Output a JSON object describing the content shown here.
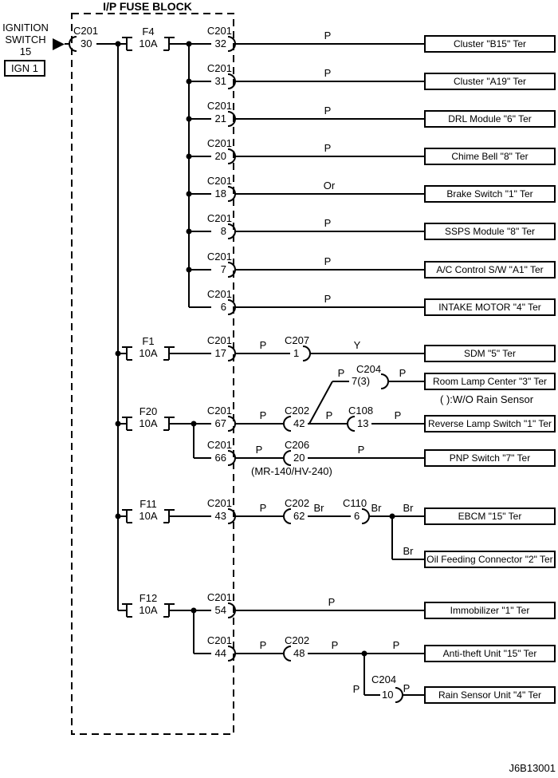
{
  "title": "I/P FUSE BLOCK",
  "doc_code": "J6B13001",
  "source": {
    "l1": "IGNITION",
    "l2": "SWITCH",
    "l3": "15",
    "badge": "IGN 1",
    "conn": "C201",
    "pin": "30"
  },
  "fuses": {
    "f4": {
      "name": "F4",
      "rating": "10A"
    },
    "f1": {
      "name": "F1",
      "rating": "10A"
    },
    "f20": {
      "name": "F20",
      "rating": "10A"
    },
    "f11": {
      "name": "F11",
      "rating": "10A"
    },
    "f12": {
      "name": "F12",
      "rating": "10A"
    }
  },
  "f4_rows": [
    {
      "conn": "C201",
      "pin": "32",
      "wire": "P",
      "target": "Cluster \"B15\" Ter"
    },
    {
      "conn": "C201",
      "pin": "31",
      "wire": "P",
      "target": "Cluster \"A19\" Ter"
    },
    {
      "conn": "C201",
      "pin": "21",
      "wire": "P",
      "target": "DRL Module \"6\" Ter"
    },
    {
      "conn": "C201",
      "pin": "20",
      "wire": "P",
      "target": "Chime Bell \"8\" Ter"
    },
    {
      "conn": "C201",
      "pin": "18",
      "wire": "Or",
      "target": "Brake Switch \"1\" Ter"
    },
    {
      "conn": "C201",
      "pin": "8",
      "wire": "P",
      "target": "SSPS Module \"8\" Ter"
    },
    {
      "conn": "C201",
      "pin": "7",
      "wire": "P",
      "target": "A/C Control S/W \"A1\" Ter"
    },
    {
      "conn": "C201",
      "pin": "6",
      "wire": "P",
      "target": "INTAKE MOTOR \"4\" Ter"
    }
  ],
  "sdm": {
    "conn1": "C201",
    "pin1": "17",
    "wire1": "P",
    "conn2": "C207",
    "pin2": "1",
    "wire2": "Y",
    "target": "SDM \"5\" Ter"
  },
  "room": {
    "wire1": "P",
    "conn": "C204",
    "pin": "7(3)",
    "wire2": "P",
    "target": "Room Lamp Center \"3\" Ter",
    "note": "( ):W/O Rain Sensor"
  },
  "reverse": {
    "conn1": "C201",
    "pin1": "67",
    "wire1": "P",
    "conn2": "C202",
    "pin2": "42",
    "wire2": "P",
    "conn3": "C108",
    "pin3": "13",
    "wire3": "P",
    "target": "Reverse Lamp Switch \"1\" Ter"
  },
  "pnp": {
    "conn1": "C201",
    "pin1": "66",
    "wire1": "P",
    "conn2": "C206",
    "pin2": "20",
    "wire2": "P",
    "target": "PNP Switch \"7\" Ter",
    "note": "(MR-140/HV-240)"
  },
  "ebcm": {
    "conn1": "C201",
    "pin1": "43",
    "wire1": "P",
    "conn2": "C202",
    "pin2": "62",
    "wire2": "Br",
    "conn3": "C110",
    "pin3": "6",
    "wire3": "Br",
    "wire4": "Br",
    "target": "EBCM \"15\" Ter"
  },
  "oil": {
    "wire": "Br",
    "target": "Oil Feeding Connector \"2\" Ter"
  },
  "immo": {
    "conn": "C201",
    "pin": "54",
    "wire": "P",
    "target": "Immobilizer \"1\" Ter"
  },
  "anti": {
    "conn1": "C201",
    "pin1": "44",
    "wire1": "P",
    "conn2": "C202",
    "pin2": "48",
    "wire2": "P",
    "wire3": "P",
    "target": "Anti-theft Unit \"15\" Ter"
  },
  "rain": {
    "wire1": "P",
    "conn": "C204",
    "pin": "10",
    "wire2": "P",
    "target": "Rain Sensor Unit \"4\" Ter"
  }
}
